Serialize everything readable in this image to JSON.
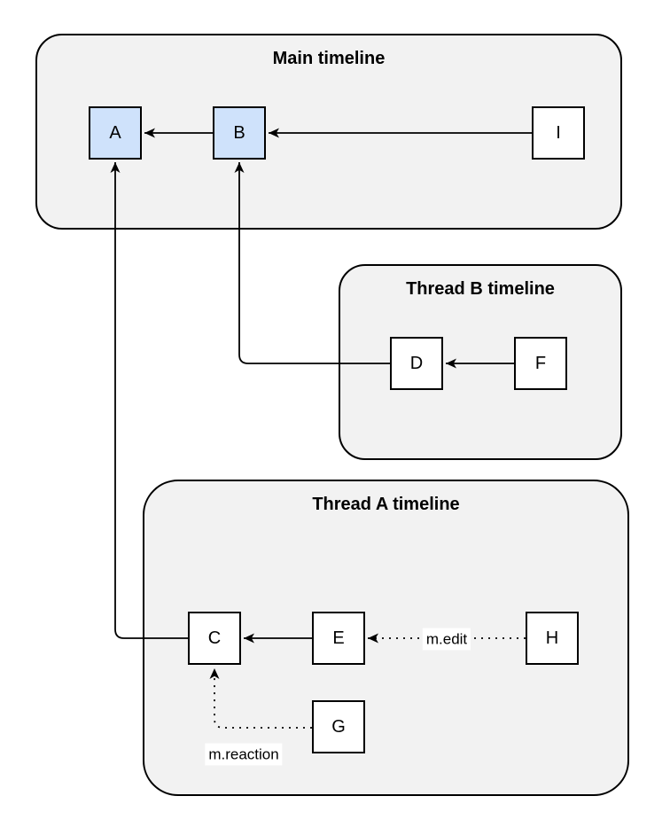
{
  "main_timeline": {
    "title": "Main timeline",
    "nodes": [
      {
        "label": "A",
        "highlighted": true
      },
      {
        "label": "B",
        "highlighted": true
      },
      {
        "label": "I",
        "highlighted": false
      }
    ]
  },
  "thread_b_timeline": {
    "title": "Thread B timeline",
    "nodes": [
      {
        "label": "D",
        "highlighted": false
      },
      {
        "label": "F",
        "highlighted": false
      }
    ]
  },
  "thread_a_timeline": {
    "title": "Thread A timeline",
    "nodes": [
      {
        "label": "C",
        "highlighted": false
      },
      {
        "label": "E",
        "highlighted": false
      },
      {
        "label": "H",
        "highlighted": false
      },
      {
        "label": "G",
        "highlighted": false
      }
    ]
  },
  "edges": {
    "relations": [
      {
        "from": "B",
        "to": "A",
        "style": "solid",
        "label": ""
      },
      {
        "from": "I",
        "to": "B",
        "style": "solid",
        "label": ""
      },
      {
        "from": "F",
        "to": "D",
        "style": "solid",
        "label": ""
      },
      {
        "from": "D",
        "to": "B",
        "style": "solid",
        "label": ""
      },
      {
        "from": "C",
        "to": "A",
        "style": "solid",
        "label": ""
      },
      {
        "from": "E",
        "to": "C",
        "style": "solid",
        "label": ""
      },
      {
        "from": "H",
        "to": "E",
        "style": "dotted",
        "label": "m.edit"
      },
      {
        "from": "G",
        "to": "C",
        "style": "dotted",
        "label": "m.reaction"
      }
    ]
  },
  "colors": {
    "container_fill": "#f2f2f2",
    "container_border": "#000000",
    "node_fill": "#ffffff",
    "node_fill_highlight": "#cfe2fb",
    "node_border": "#000000",
    "edge_stroke": "#000000",
    "edge_label_background": "#ffffff"
  }
}
